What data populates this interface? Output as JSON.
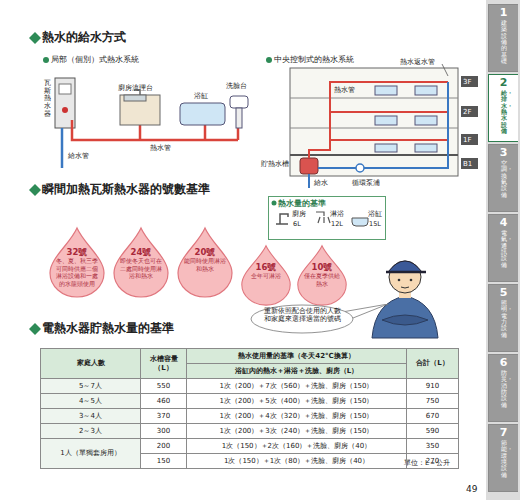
{
  "diagram": {
    "nodes": [
      {
        "text": [
          "1",
          "建築設備的基礎"
        ]
      },
      {
        "text": [
          "2",
          "給・排水・熱水設備"
        ]
      },
      {
        "text": [
          "3",
          "空調・換氣設備"
        ]
      },
      {
        "text": [
          "4",
          "電氣・通訊設備"
        ]
      },
      {
        "text": [
          "5",
          "照明・電力設備"
        ]
      },
      {
        "text": [
          "6",
          "防災・消防設備"
        ]
      },
      {
        "text": [
          "7",
          "節能・環境設備"
        ]
      },
      {
        "text": [
          "熱水量的基準"
        ]
      },
      {
        "text": [
          "32號",
          "冬、夏、秋三季可同時供應二個淋浴設備和一處的水龍頭使用"
        ]
      },
      {
        "text": [
          "24號",
          "即使冬天也可在二處同時使用淋浴和熱水"
        ]
      },
      {
        "text": [
          "20號",
          "能同時使用淋浴和熱水"
        ]
      },
      {
        "text": [
          "16號",
          "全年可淋浴"
        ]
      },
      {
        "text": [
          "10號",
          "僅在夏季供給熱水"
        ]
      },
      {
        "text": [
          "重新依照配合使用的人數和家庭來選擇適當的號碼"
        ]
      }
    ],
    "labels": [
      "熱水的給水方式",
      "局部（個別）式熱水系統",
      "中央控制式的熱水系統",
      "瓦斯熱水器",
      "洗臉台",
      "廚房流理台",
      "浴缸",
      "給水管",
      "熱水管",
      "熱水返水管",
      "3F",
      "2F",
      "1F",
      "B1",
      "熱水管",
      "貯熱水槽",
      "給水",
      "循環泵浦",
      "瞬間加熱瓦斯熱水器的號數基準",
      "廚房",
      "6L",
      "淋浴",
      "12L",
      "浴缸",
      "15L",
      "電熱水器貯熱水量的基準",
      "家庭人數",
      "水槽容量（L）",
      "熱水使用量的基準（冬天42°C換算）",
      "浴缸內的熱水＋淋浴＋洗臉、廚房（L）",
      "合計（L）",
      "5～7人",
      "550",
      "1次（200）＋7次（560）＋洗臉、廚房（150）",
      "910",
      "4～5人",
      "460",
      "1次（200）＋5次（400）＋洗臉、廚房（150）",
      "750",
      "3～4人",
      "370",
      "1次（200）＋4次（320）＋洗臉、廚房（150）",
      "670",
      "2～3人",
      "300",
      "1次（200）＋3次（240）＋洗臉、廚房（150）",
      "590",
      "1人（單獨套房用）",
      "200",
      "1次（150）＋2次（160）＋洗臉、廚房（40）",
      "350",
      "150",
      "1次（150）＋1次（80）＋洗臉、廚房（40）",
      "270",
      "單位：L＝公升",
      "49"
    ]
  }
}
